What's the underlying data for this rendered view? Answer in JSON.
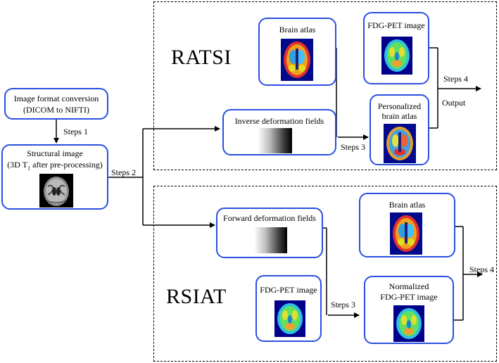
{
  "panels": {
    "top_title": "RATSI",
    "bottom_title": "RSIAT"
  },
  "left": {
    "conversion_line1": "Image format conversion",
    "conversion_line2": "(DICOM to NIFTI)",
    "steps1": "Steps 1",
    "structural_line1": "Structural image",
    "structural_line2_pre": "(3D T",
    "structural_line2_sub": "1",
    "structural_line2_post": " after pre-processing)",
    "steps2": "Steps 2"
  },
  "top": {
    "brain_atlas": "Brain atlas",
    "fdg_pet": "FDG-PET image",
    "personalized_line1": "Personalized",
    "personalized_line2": "brain atlas",
    "inverse_fields": "Inverse deformation fields",
    "steps3": "Steps 3",
    "steps4": "Steps 4",
    "output": "Output"
  },
  "bottom": {
    "brain_atlas": "Brain atlas",
    "forward_fields": "Forward deformation fields",
    "fdg_pet": "FDG-PET image",
    "normalized_line1": "Normalized",
    "normalized_line2": "FDG-PET image",
    "steps3": "Steps 3",
    "steps4": "Steps 4"
  },
  "colors": {
    "box_border": "#2a4fe0",
    "line": "#000000"
  }
}
